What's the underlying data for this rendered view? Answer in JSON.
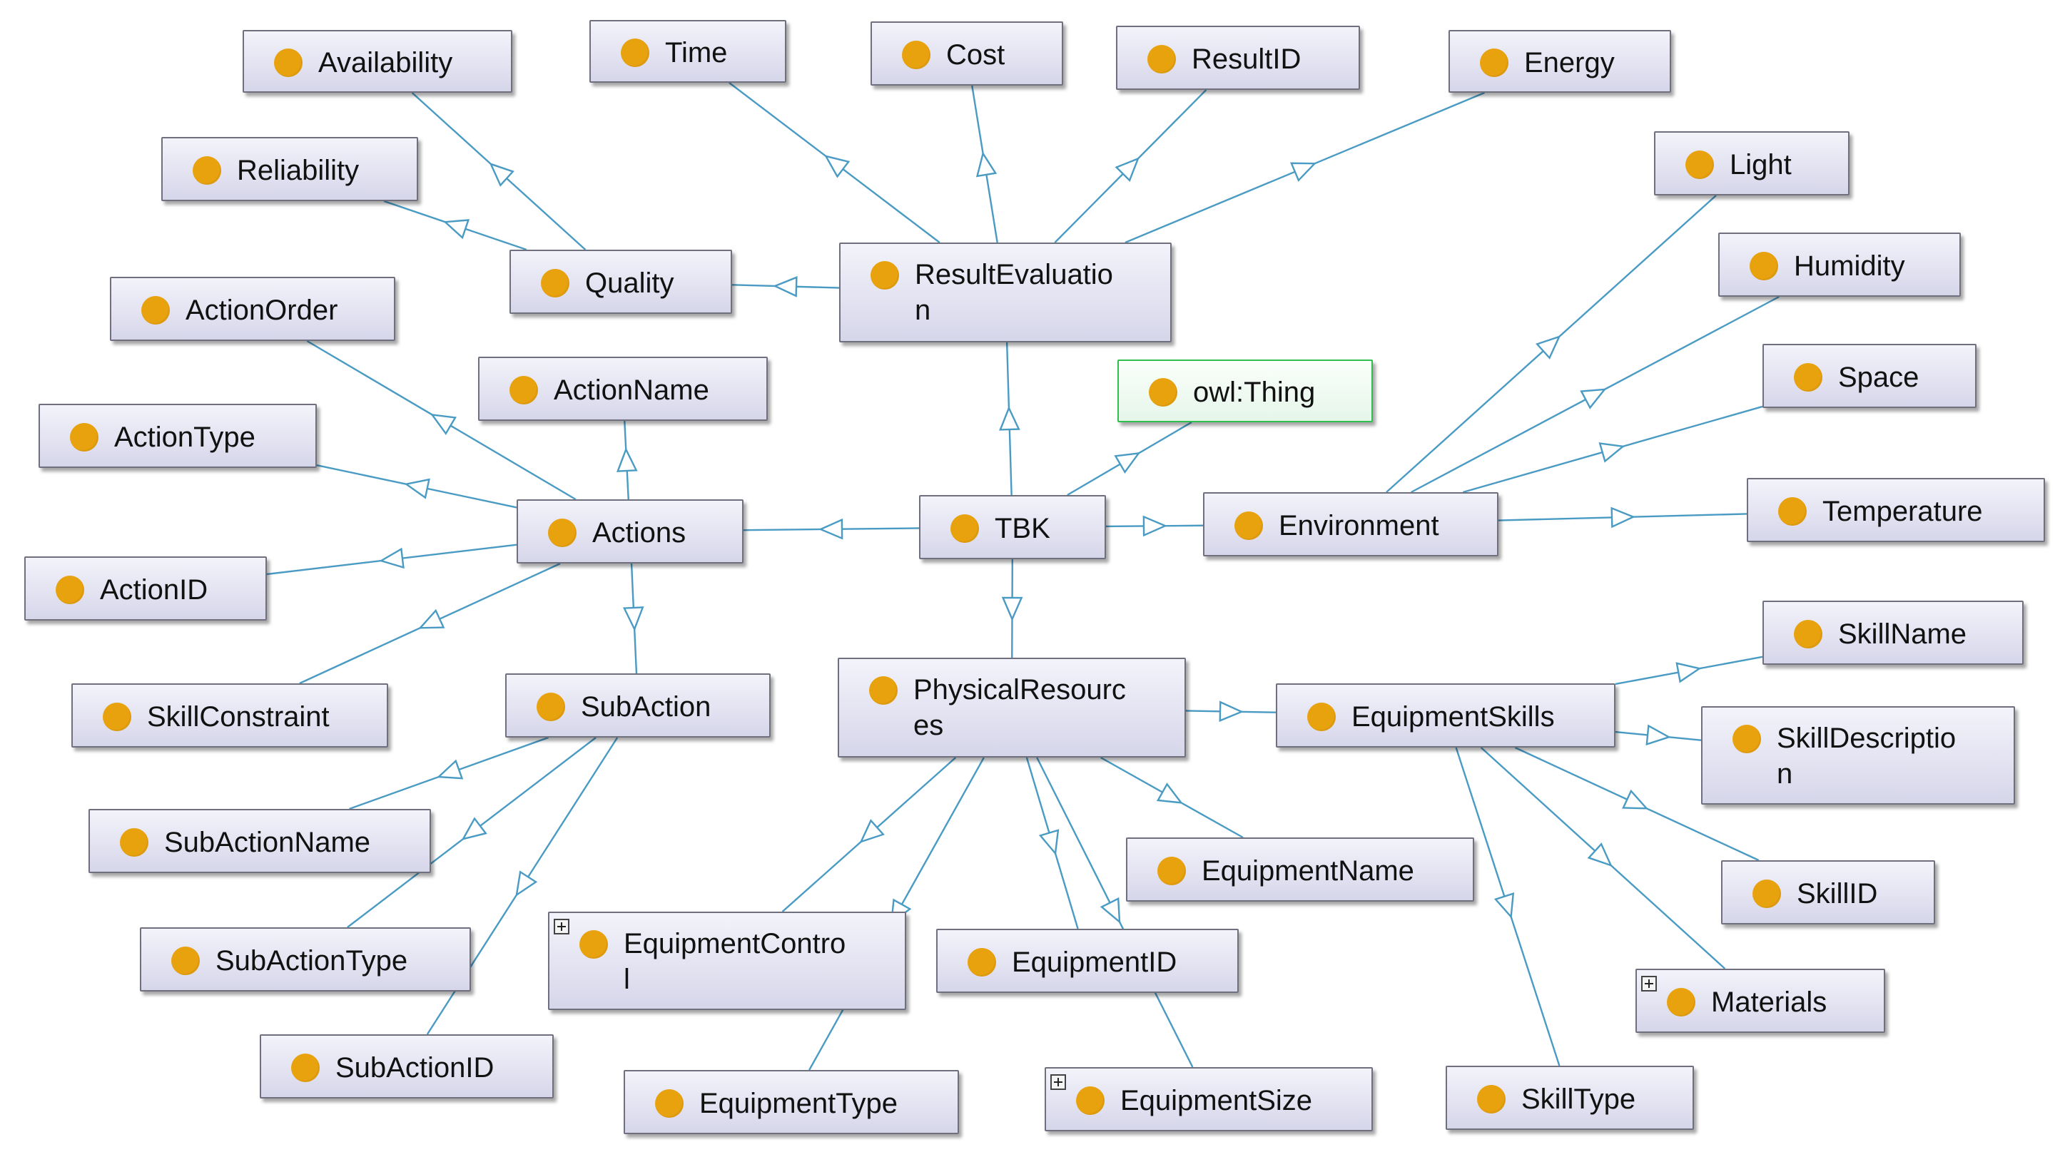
{
  "diagram": {
    "colors": {
      "edge": "#4a9bc4",
      "node_border": "#6f6f7e",
      "root_border": "#2fbf4f",
      "class_dot": "#e8a20e"
    },
    "nodes": [
      {
        "id": "Availability",
        "label": "Availability"
      },
      {
        "id": "Time",
        "label": "Time"
      },
      {
        "id": "Cost",
        "label": "Cost"
      },
      {
        "id": "ResultID",
        "label": "ResultID"
      },
      {
        "id": "Energy",
        "label": "Energy"
      },
      {
        "id": "Light",
        "label": "Light"
      },
      {
        "id": "Reliability",
        "label": "Reliability"
      },
      {
        "id": "Quality",
        "label": "Quality"
      },
      {
        "id": "ResultEvaluation",
        "label": "ResultEvaluatio\nn"
      },
      {
        "id": "Humidity",
        "label": "Humidity"
      },
      {
        "id": "ActionOrder",
        "label": "ActionOrder"
      },
      {
        "id": "owlThing",
        "label": "owl:Thing"
      },
      {
        "id": "Space",
        "label": "Space"
      },
      {
        "id": "ActionName",
        "label": "ActionName"
      },
      {
        "id": "ActionType",
        "label": "ActionType"
      },
      {
        "id": "Actions",
        "label": "Actions"
      },
      {
        "id": "TBK",
        "label": "TBK"
      },
      {
        "id": "Environment",
        "label": "Environment"
      },
      {
        "id": "Temperature",
        "label": "Temperature"
      },
      {
        "id": "ActionID",
        "label": "ActionID"
      },
      {
        "id": "SkillName",
        "label": "SkillName"
      },
      {
        "id": "SkillConstraint",
        "label": "SkillConstraint"
      },
      {
        "id": "SubAction",
        "label": "SubAction"
      },
      {
        "id": "PhysicalResources",
        "label": "PhysicalResourc\nes"
      },
      {
        "id": "EquipmentSkills",
        "label": "EquipmentSkills"
      },
      {
        "id": "SkillDescription",
        "label": "SkillDescriptio\nn"
      },
      {
        "id": "SubActionName",
        "label": "SubActionName"
      },
      {
        "id": "EquipmentName",
        "label": "EquipmentName"
      },
      {
        "id": "SkillID",
        "label": "SkillID"
      },
      {
        "id": "SubActionType",
        "label": "SubActionType"
      },
      {
        "id": "EquipmentControl",
        "label": "EquipmentContro\nl"
      },
      {
        "id": "EquipmentID",
        "label": "EquipmentID"
      },
      {
        "id": "Materials",
        "label": "Materials"
      },
      {
        "id": "SubActionID",
        "label": "SubActionID"
      },
      {
        "id": "EquipmentType",
        "label": "EquipmentType"
      },
      {
        "id": "EquipmentSize",
        "label": "EquipmentSize"
      },
      {
        "id": "SkillType",
        "label": "SkillType"
      }
    ],
    "edges": [
      {
        "from": "Quality",
        "to": "Availability"
      },
      {
        "from": "Quality",
        "to": "Reliability"
      },
      {
        "from": "ResultEvaluation",
        "to": "Quality"
      },
      {
        "from": "ResultEvaluation",
        "to": "Time"
      },
      {
        "from": "ResultEvaluation",
        "to": "Cost"
      },
      {
        "from": "ResultEvaluation",
        "to": "ResultID"
      },
      {
        "from": "ResultEvaluation",
        "to": "Energy"
      },
      {
        "from": "TBK",
        "to": "ResultEvaluation"
      },
      {
        "from": "TBK",
        "to": "owlThing"
      },
      {
        "from": "TBK",
        "to": "Actions"
      },
      {
        "from": "TBK",
        "to": "Environment"
      },
      {
        "from": "TBK",
        "to": "PhysicalResources"
      },
      {
        "from": "Actions",
        "to": "ActionOrder"
      },
      {
        "from": "Actions",
        "to": "ActionName"
      },
      {
        "from": "Actions",
        "to": "ActionType"
      },
      {
        "from": "Actions",
        "to": "ActionID"
      },
      {
        "from": "Actions",
        "to": "SkillConstraint"
      },
      {
        "from": "Actions",
        "to": "SubAction"
      },
      {
        "from": "SubAction",
        "to": "SubActionName"
      },
      {
        "from": "SubAction",
        "to": "SubActionType"
      },
      {
        "from": "SubAction",
        "to": "SubActionID"
      },
      {
        "from": "Environment",
        "to": "Light"
      },
      {
        "from": "Environment",
        "to": "Humidity"
      },
      {
        "from": "Environment",
        "to": "Space"
      },
      {
        "from": "Environment",
        "to": "Temperature"
      },
      {
        "from": "PhysicalResources",
        "to": "EquipmentSkills"
      },
      {
        "from": "PhysicalResources",
        "to": "EquipmentName"
      },
      {
        "from": "PhysicalResources",
        "to": "EquipmentControl"
      },
      {
        "from": "PhysicalResources",
        "to": "EquipmentID"
      },
      {
        "from": "PhysicalResources",
        "to": "EquipmentSize"
      },
      {
        "from": "PhysicalResources",
        "to": "EquipmentType"
      },
      {
        "from": "EquipmentSkills",
        "to": "SkillName"
      },
      {
        "from": "EquipmentSkills",
        "to": "SkillDescription"
      },
      {
        "from": "EquipmentSkills",
        "to": "SkillID"
      },
      {
        "from": "EquipmentSkills",
        "to": "Materials"
      },
      {
        "from": "EquipmentSkills",
        "to": "SkillType"
      }
    ]
  }
}
